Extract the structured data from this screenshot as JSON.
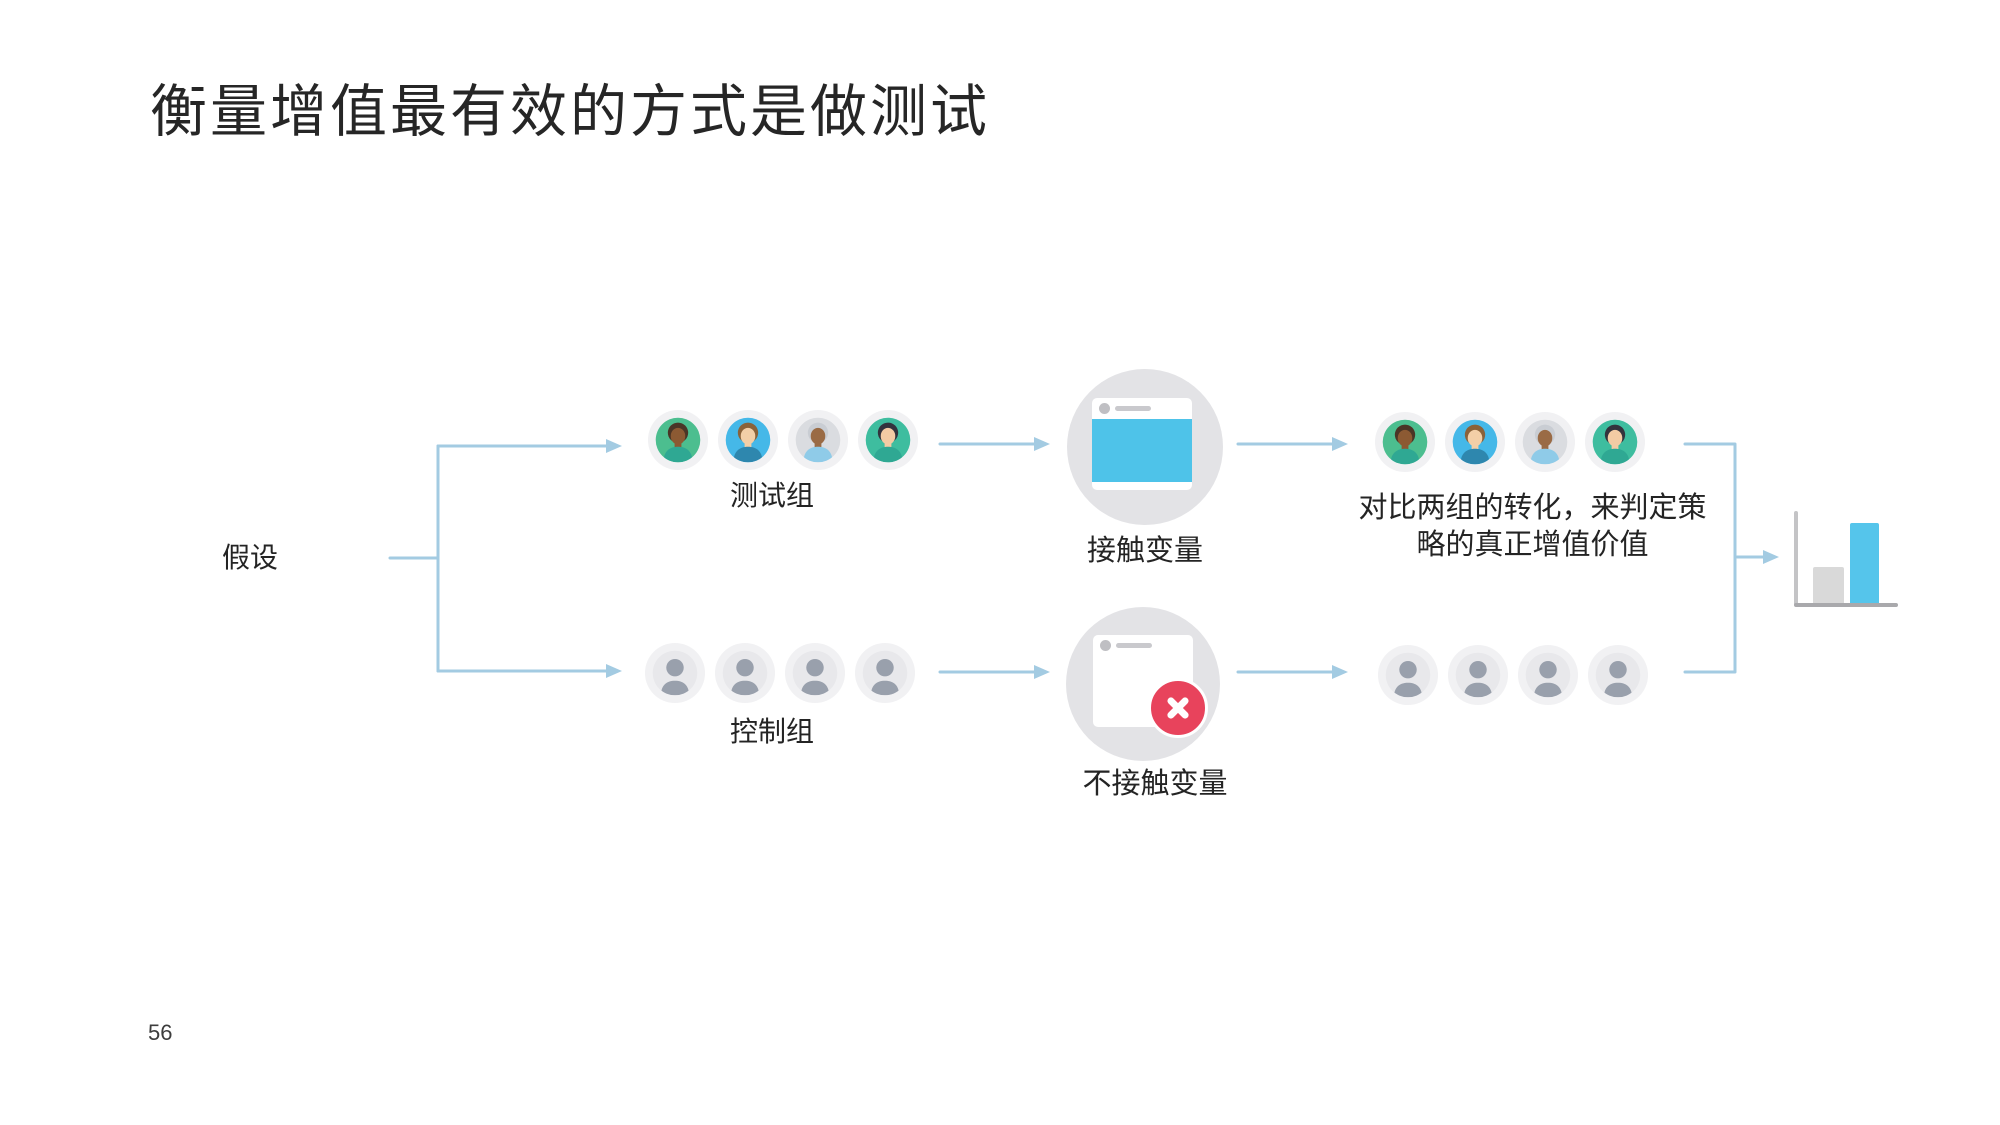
{
  "slide": {
    "title": "衡量增值最有效的方式是做测试",
    "page_number": "56"
  },
  "diagram": {
    "hypothesis_label": "假设",
    "test_group_label": "测试组",
    "control_group_label": "控制组",
    "exposed_label": "接触变量",
    "not_exposed_label": "不接触变量",
    "conclusion_text": "对比两组的转化，来判定策略的真正增值价值",
    "conclusion_line1": "对比两组的转化，来判定策",
    "conclusion_line2": "略的真正增值价值"
  },
  "colors": {
    "accent_line": "#A3CBE2",
    "card_blue": "#4EC3E9",
    "bar_blue": "#55C5EB",
    "bar_gray": "#D9D9D9",
    "badge_red": "#E8435C",
    "circle_gray": "#E3E3E6",
    "title_color": "#262626"
  },
  "avatars": {
    "ring_color": "#F1F1F3",
    "test_people": [
      {
        "bg": "#4CBE8F",
        "hair": "#4A3526",
        "skin": "#8C5A33",
        "shirt": "#2FA893"
      },
      {
        "bg": "#45B8E8",
        "hair": "#8A6239",
        "skin": "#F3CFA7",
        "shirt": "#2E87AE"
      },
      {
        "bg": "#DADCE0",
        "hair": "#C9CDD3",
        "skin": "#9A6B45",
        "shirt": "#8FCBE8"
      },
      {
        "bg": "#3EBD9F",
        "hair": "#33333D",
        "skin": "#F3CBA4",
        "shirt": "#2FA893"
      }
    ],
    "control_person": {
      "bg": "#E8E8EB",
      "silhouette": "#99A0AC"
    }
  },
  "icons": {
    "exposed_treatment": "ad-card-icon",
    "not_exposed_treatment": "ad-card-with-cross-icon",
    "outcome": "bar-chart-icon",
    "connectors": "arrow-right-icon",
    "test_group": "person-avatar-icon",
    "control_group": "person-silhouette-icon"
  }
}
